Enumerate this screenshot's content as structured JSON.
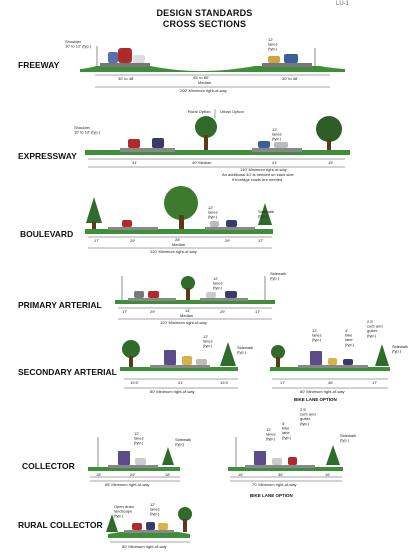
{
  "header": {
    "title_line1": "DESIGN STANDARDS",
    "title_line2": "CROSS SECTIONS",
    "corner_label": "LU-1"
  },
  "sections": {
    "freeway": {
      "label": "FREEWAY",
      "shoulder": "Shoulder\n10' to 12' (typ.)",
      "lanes": "12'\nlanes\n(typ.)",
      "dims": [
        "30' to 48'",
        "45' to 80'",
        "30' to 48'"
      ],
      "median": "Median",
      "row": "200' Minimum right-of-way"
    },
    "expressway": {
      "label": "EXPRESSWAY",
      "shoulder": "Shoulder\n10' to 12' (typ.)",
      "rural_option": "Rural Option",
      "urban_option": "Urban Option",
      "lanes": "12'\nlanes\n(typ.)",
      "dims": [
        "41'",
        "40' Median",
        "41'",
        "15'"
      ],
      "row": "140' Minimum right-of-way",
      "note1": "An additional 40' is needed on each side",
      "note2": "if frontage roads are needed"
    },
    "boulevard": {
      "label": "BOULEVARD",
      "lanes": "12'\nlanes\n(typ.)",
      "sidewalk": "Sidewalk\n(typ.)",
      "dims": [
        "17'",
        "29'",
        "28'",
        "29'",
        "17'"
      ],
      "median": "Median",
      "row": "120' Minimum right-of-way"
    },
    "primary_arterial": {
      "label": "PRIMARY ARTERIAL",
      "lanes": "12'\nlanes\n(typ.)",
      "sidewalk": "Sidewalk\n(typ.)",
      "dims": [
        "17'",
        "29'",
        "14'",
        "29'",
        "17'"
      ],
      "median": "Median",
      "row": "120' Minimum right-of-way"
    },
    "secondary_arterial": {
      "label": "SECONDARY ARTERIAL",
      "lanes": "12'\nlanes\n(typ.)",
      "sidewalk": "Sidewalk\n(typ.)",
      "bike": "4'\nbike\nlane\n(typ.)",
      "curb": "2.5'\ncurb and\ngutter\n(typ.)",
      "dims_left": [
        "19.5'",
        "41'",
        "19.5'"
      ],
      "dims_right": [
        "17'",
        "46'",
        "17'"
      ],
      "row": "80' Minimum right-of-way",
      "option": "BIKE LANE OPTION"
    },
    "collector": {
      "label": "COLLECTOR",
      "lanes": "12'\nlanes\n(typ.)",
      "sidewalk": "Sidewalk\n(typ.)",
      "bike": "4'\nbike\nlane\n(typ.)",
      "curb": "2.5'\ncurb and\ngutter\n(typ.)",
      "dims_left": [
        "18'",
        "29'",
        "18'"
      ],
      "dims_right": [
        "16'",
        "36'",
        "16'"
      ],
      "row_left": "65' Minimum right-of-way",
      "row_right": "70' Minimum right-of-way",
      "option": "BIKE LANE OPTION"
    },
    "rural_collector": {
      "label": "RURAL COLLECTOR",
      "shoulder": "Open drain\nlandscape\n(typ.)",
      "lanes": "12'\nlanes\n(typ.)",
      "row": "50' Minimum right-of-way"
    }
  }
}
